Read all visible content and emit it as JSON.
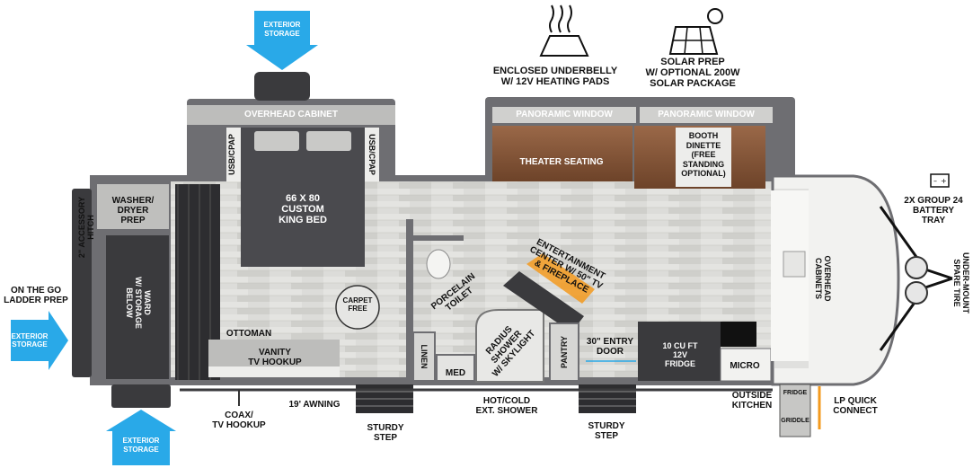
{
  "colors": {
    "accent_blue": "#29a9e8",
    "wall": "#6e6e72",
    "floor": "#d9d9d6",
    "wood": "#8a5a3c",
    "dark": "#3a3a3d",
    "fire": "#f39a1e"
  },
  "labels": {
    "exterior_storage_top": "EXTERIOR\nSTORAGE",
    "exterior_storage_left": "EXTERIOR\nSTORAGE",
    "exterior_storage_bottom": "EXTERIOR\nSTORAGE",
    "underbelly": "ENCLOSED UNDERBELLY\nW/ 12V HEATING PADS",
    "solar": "SOLAR PREP\nW/ OPTIONAL 200W\nSOLAR PACKAGE",
    "overhead_cabinet": "OVERHEAD CABINET",
    "usb_cpap_left": "USB/CPAP",
    "usb_cpap_right": "USB/CPAP",
    "king_bed": "66 X 80\nCUSTOM\nKING BED",
    "panoramic_window_1": "PANORAMIC WINDOW",
    "panoramic_window_2": "PANORAMIC WINDOW",
    "theater_seating": "THEATER SEATING",
    "booth_dinette": "BOOTH\nDINETTE\n(FREE\nSTANDING\nOPTIONAL)",
    "battery": "2X GROUP 24\nBATTERY\nTRAY",
    "spare_tire": "UNDER-MOUNT\nSPARE TIRE",
    "overhead_cabinets": "OVERHEAD\nCABINETS",
    "accessory_hitch": "2\" ACCESSORY\nHITCH",
    "ladder_prep": "ON THE GO\nLADDER PREP",
    "washer_dryer": "WASHER/\nDRYER\nPREP",
    "ward_storage": "WARD\nW/ STORAGE\nBELOW",
    "carpet_free": "CARPET\nFREE",
    "porcelain_toilet": "PORCELAIN\nTOILET",
    "entertainment": "ENTERTAINMENT\nCENTER W/ 50\" TV\n& FIREPLACE",
    "radius_shower": "RADIUS\nSHOWER\nW/ SKYLIGHT",
    "ottoman": "OTTOMAN",
    "vanity": "VANITY\nTV HOOKUP",
    "linen": "LINEN",
    "med": "MED",
    "pantry": "PANTRY",
    "entry_door": "30\" ENTRY\nDOOR",
    "fridge_10cu": "10 CU FT\n12V\nFRIDGE",
    "micro": "MICRO",
    "outside_kitchen": "OUTSIDE\nKITCHEN",
    "fridge_small": "FRIDGE",
    "griddle": "GRIDDLE",
    "lp_quick": "LP QUICK\nCONNECT",
    "awning": "19' AWNING",
    "coax": "COAX/\nTV HOOKUP",
    "sturdy_step_1": "STURDY\nSTEP",
    "hot_cold_shower": "HOT/COLD\nEXT. SHOWER",
    "sturdy_step_2": "STURDY\nSTEP"
  }
}
